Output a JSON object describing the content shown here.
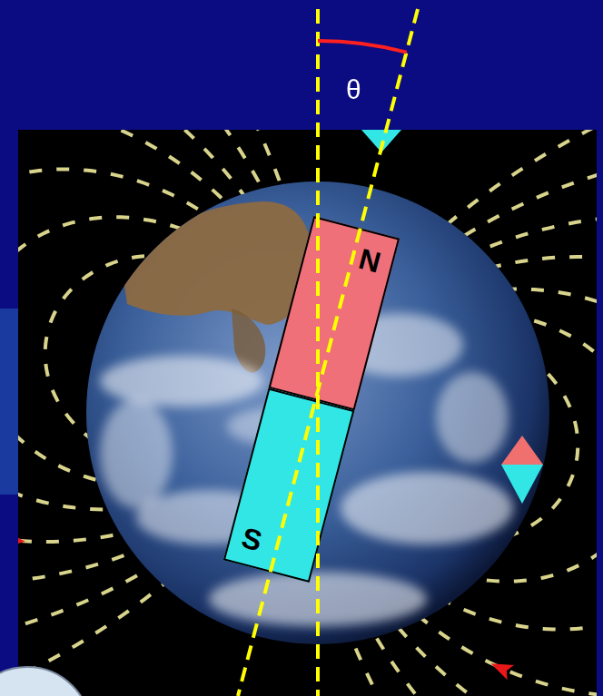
{
  "diagram": {
    "nodes": [
      {
        "text": [
          "N"
        ]
      },
      {
        "text": [
          "S"
        ]
      }
    ],
    "labels": [
      "θ"
    ]
  }
}
